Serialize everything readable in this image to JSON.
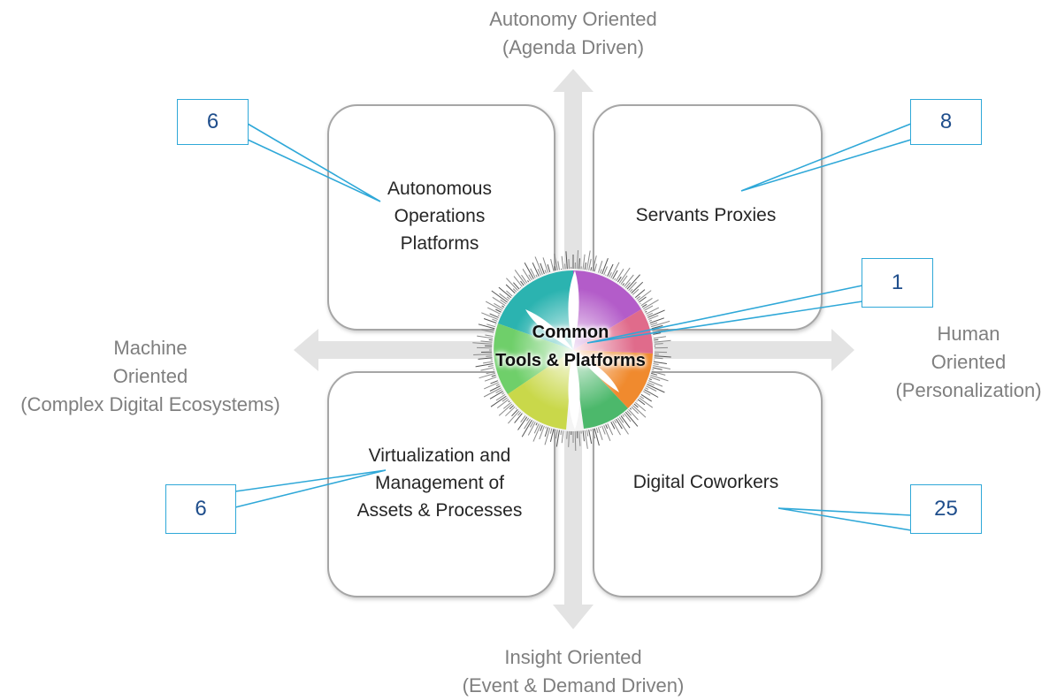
{
  "axes": {
    "top": [
      "Autonomy Oriented",
      "(Agenda Driven)"
    ],
    "bottom": [
      "Insight Oriented",
      "(Event & Demand Driven)"
    ],
    "left": [
      "Machine",
      "Oriented",
      "(Complex Digital Ecosystems)"
    ],
    "right": [
      "Human",
      "Oriented",
      "(Personalization)"
    ]
  },
  "quadrants": {
    "top_left": [
      "Autonomous",
      "Operations",
      "Platforms"
    ],
    "top_right": [
      "Servants Proxies"
    ],
    "bottom_left": [
      "Virtualization and",
      "Management of",
      "Assets & Processes"
    ],
    "bottom_right": [
      "Digital Coworkers"
    ]
  },
  "hub": [
    "Common",
    "Tools & Platforms"
  ],
  "counts": {
    "top_left": "6",
    "top_right": "8",
    "center": "1",
    "bottom_left": "6",
    "bottom_right": "25"
  },
  "colors": {
    "axis_arrow": "#e3e3e3",
    "box_border": "#a6a6a6",
    "callout_border": "#2fa8d8",
    "callout_text": "#1f4e8c",
    "axis_text": "#7f7f7f"
  }
}
